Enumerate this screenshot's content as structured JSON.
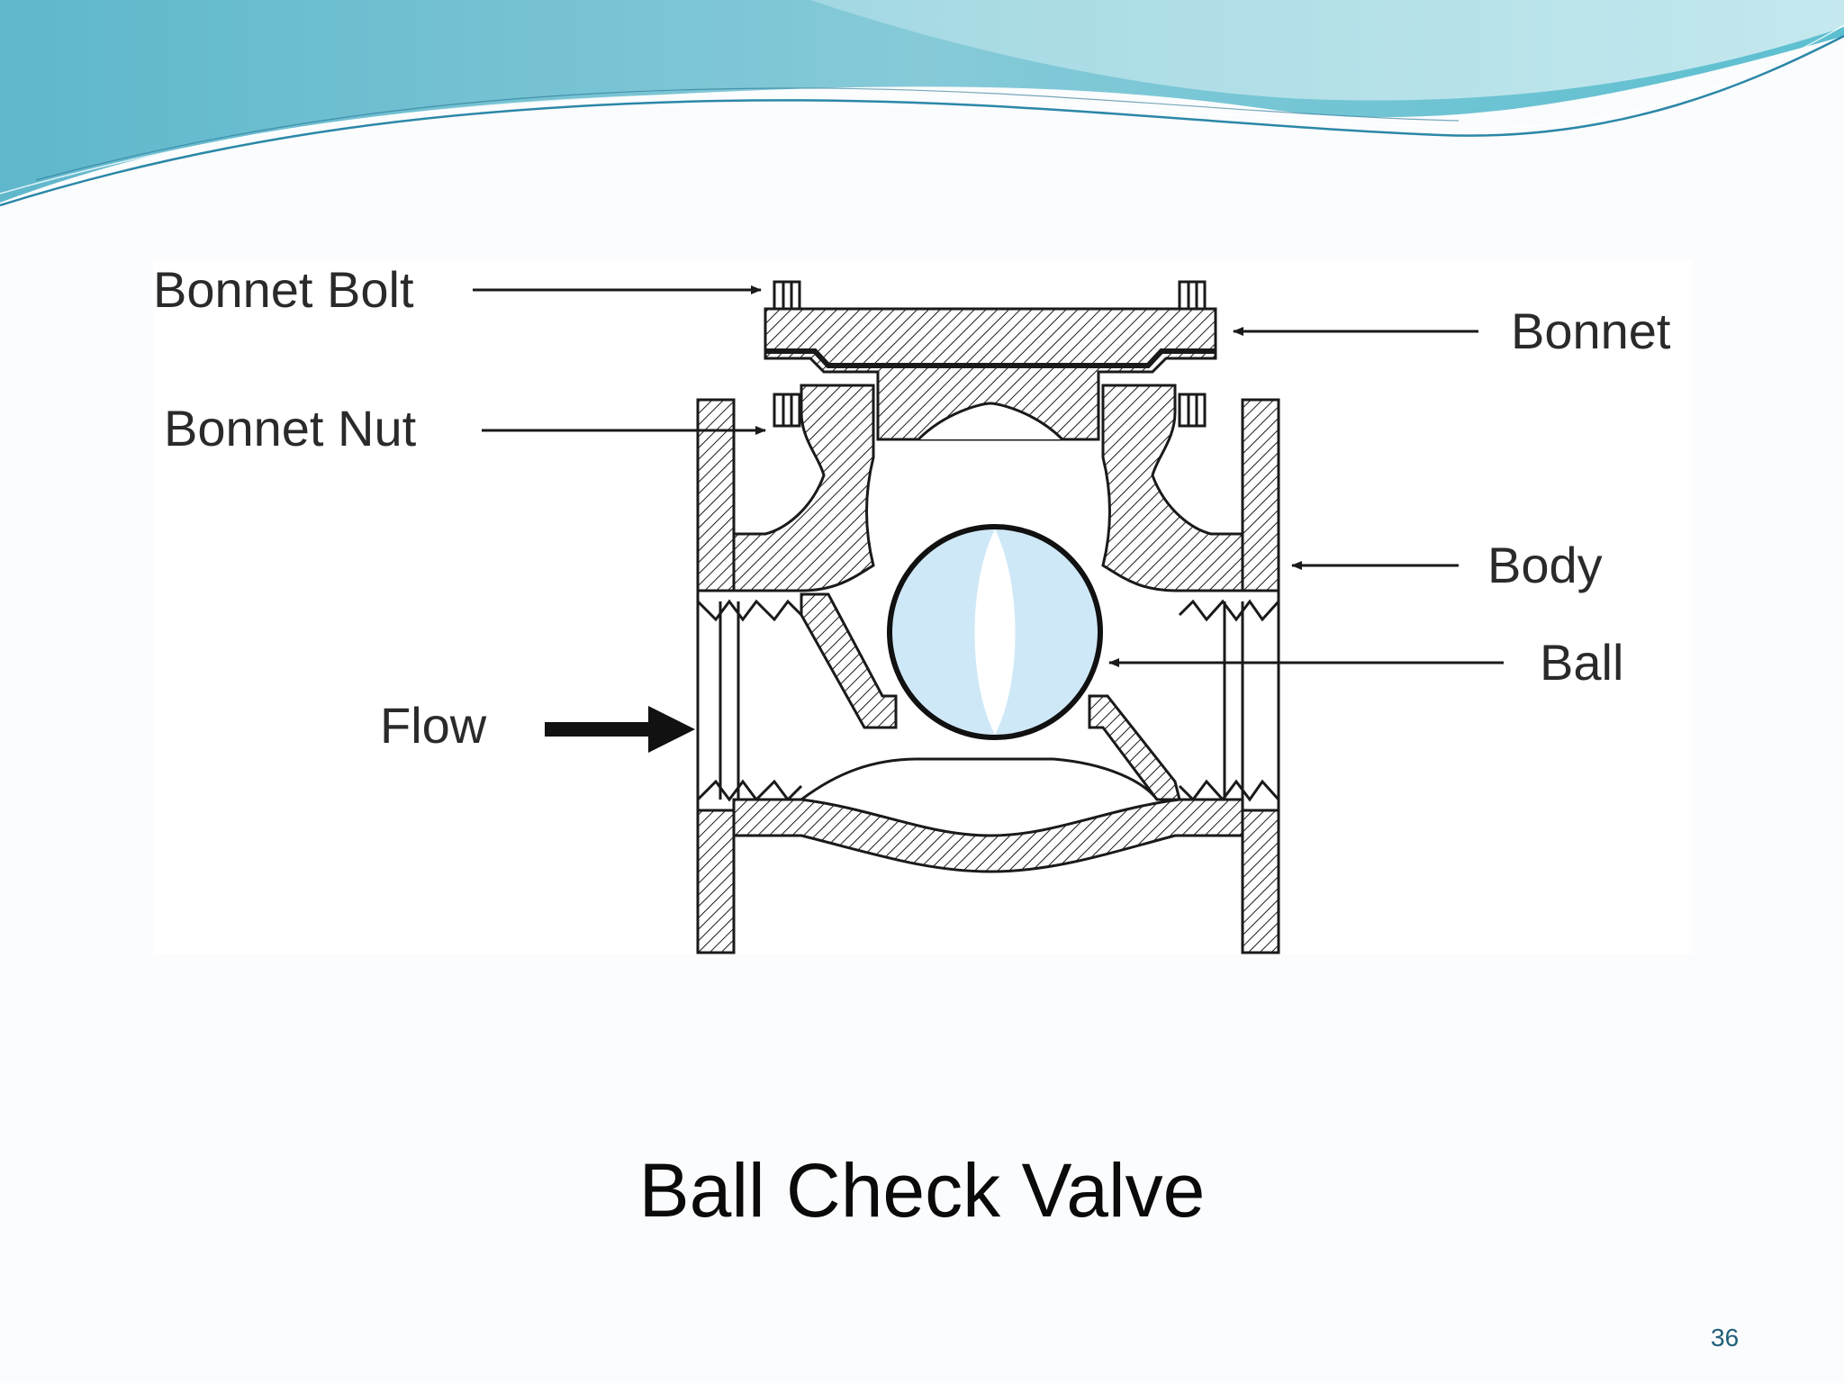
{
  "slide": {
    "title": "Ball Check Valve",
    "page_number": "36"
  },
  "diagram": {
    "labels": {
      "bonnet_bolt": "Bonnet Bolt",
      "bonnet_nut": "Bonnet Nut",
      "flow": "Flow",
      "bonnet": "Bonnet",
      "body": "Body",
      "ball": "Ball"
    }
  },
  "colors": {
    "wave_light": "#b9e4ec",
    "wave_mid": "#7cc3d3",
    "wave_dark": "#2f8fb0",
    "ball_fill": "#cfe8f7",
    "hatch": "#1a1a1a"
  }
}
